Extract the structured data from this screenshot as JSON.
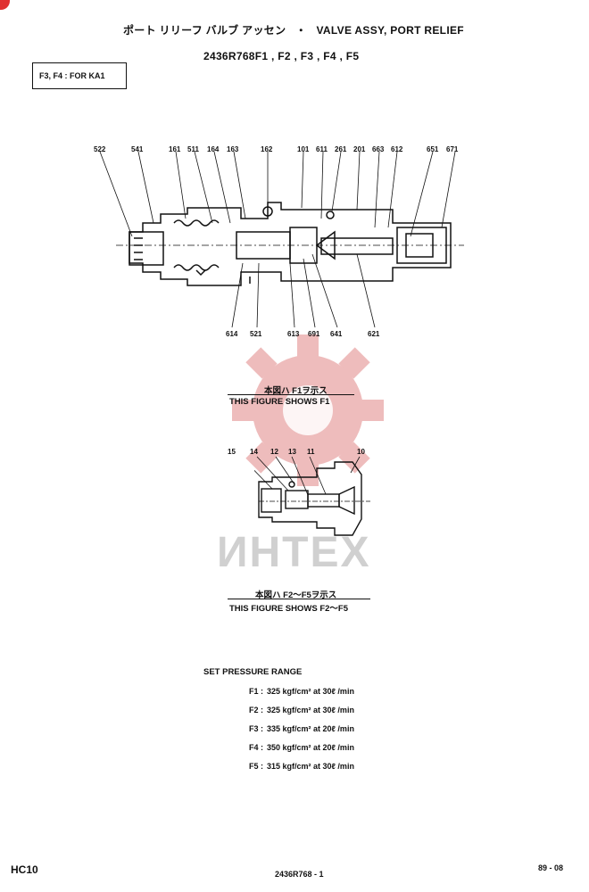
{
  "header": {
    "title_jp": "ポート リリーフ バルブ アッセン",
    "title_sep": "・",
    "title_en": "VALVE ASSY, PORT RELIEF",
    "part_numbers": "2436R768F1 , F2 , F3 , F4 , F5"
  },
  "note_box": "F3, F4 : FOR KA1",
  "figure1": {
    "top_labels": [
      "522",
      "541",
      "161",
      "511",
      "164",
      "163",
      "162",
      "101",
      "611",
      "261",
      "201",
      "663",
      "612",
      "651",
      "671"
    ],
    "bottom_labels": [
      "614",
      "521",
      "613",
      "691",
      "641",
      "621"
    ],
    "caption_jp": "本図ハ F1ヲ示ス",
    "caption_en": "THIS FIGURE SHOWS    F1"
  },
  "figure2": {
    "labels": [
      "15",
      "14",
      "12",
      "13",
      "11",
      "10"
    ],
    "caption_jp": "本図ハ F2〜F5ヲ示ス",
    "caption_en": "THIS FIGURE SHOWS  F2〜F5"
  },
  "watermark": "ИНТЕХ",
  "pressure": {
    "title": "SET PRESSURE RANGE",
    "rows": [
      {
        "label": "F1 :",
        "value": "325 kgf/cm² at  30ℓ /min"
      },
      {
        "label": "F2 :",
        "value": "325 kgf/cm² at  30ℓ /min"
      },
      {
        "label": "F3 :",
        "value": "335 kgf/cm² at  20ℓ /min"
      },
      {
        "label": "F4 :",
        "value": "350 kgf/cm² at  20ℓ /min"
      },
      {
        "label": "F5 :",
        "value": "315 kgf/cm² at  30ℓ /min"
      }
    ]
  },
  "footer": {
    "left": "HC10",
    "center": "2436R768 - 1",
    "right": "89 - 08"
  },
  "colors": {
    "watermark": "#e8a0a0",
    "corner_badge": "#e03030"
  }
}
